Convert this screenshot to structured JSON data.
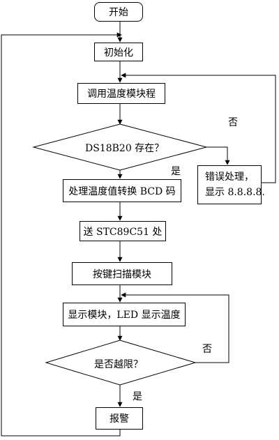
{
  "flowchart": {
    "start": "开始",
    "init": "初始化",
    "call_temp_module": "调用温度模块程",
    "decision_ds18b20": "DS18B20 存在？",
    "error_line1": "错误处理，",
    "error_line2": "显示 8.8.8.8.",
    "bcd_convert": "处理温度值转换 BCD 码",
    "send_stc": "送  STC89C51 处",
    "key_scan": "按键扫描模块",
    "display_module": "显示模块，LED 显示温度",
    "decision_limit": "是否越限？",
    "alarm": "报警",
    "label_no_1": "否",
    "label_yes_1": "是",
    "label_no_2": "否",
    "label_yes_2": "是"
  }
}
